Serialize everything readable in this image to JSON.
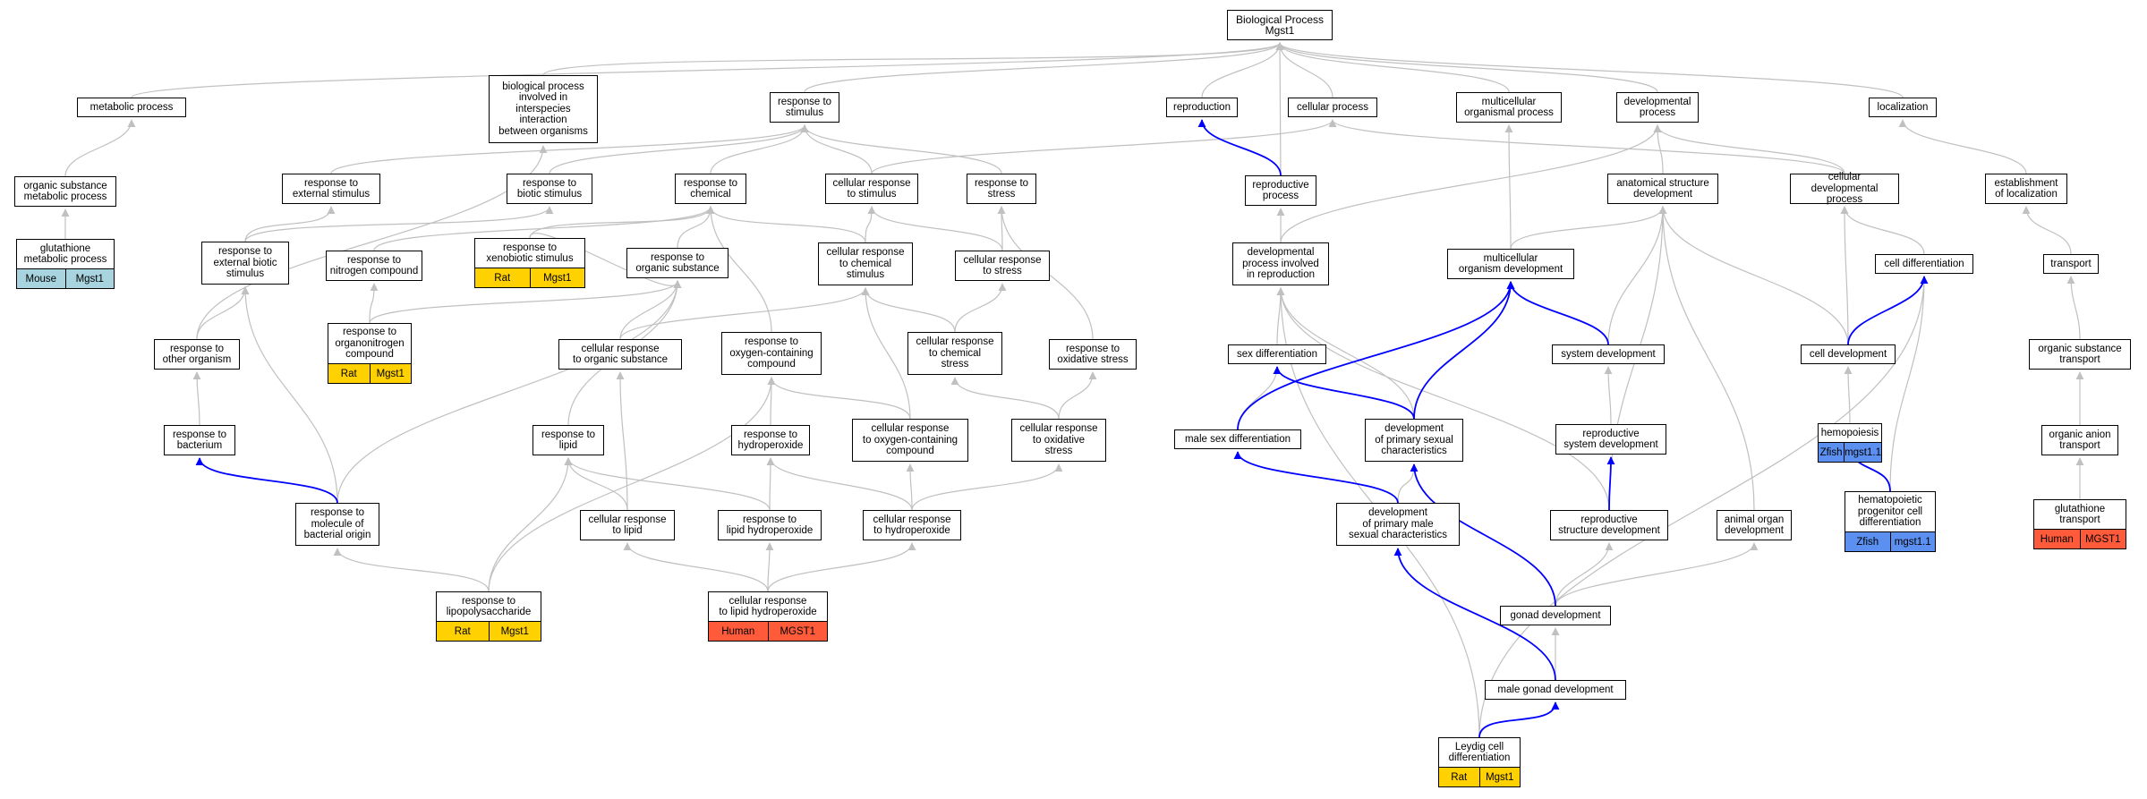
{
  "colors": {
    "edge_gray": "#c0c0c0",
    "edge_blue": "#0000ff",
    "mouse": "#a8d4e0",
    "rat": "#ffd100",
    "human": "#ff5b3b",
    "zfish": "#5b8ff0"
  },
  "nodes": {
    "root": "Biological Process\nMgst1",
    "metabolic": "metabolic process",
    "bpinter": "biological process\ninvolved in\ninterspecies\ninteraction\nbetween organisms",
    "respstim": "response to\nstimulus",
    "reproduction": "reproduction",
    "cellproc": "cellular process",
    "multiproc": "multicellular\norganismal process",
    "devproc": "developmental\nprocess",
    "localization": "localization",
    "orgsubmet": "organic substance\nmetabolic process",
    "respext": "response to\nexternal stimulus",
    "respbiotic": "response to\nbiotic stimulus",
    "respchem": "response to\nchemical",
    "cellrespstim": "cellular response\nto stimulus",
    "respstress": "response to\nstress",
    "reprodproc": "reproductive\nprocess",
    "anatdev": "anatomical structure\ndevelopment",
    "celldevproc": "cellular developmental\nprocess",
    "estloc": "establishment\nof localization",
    "glut": "glutathione\nmetabolic process",
    "respextbiotic": "response to\nexternal biotic\nstimulus",
    "respnitro": "response to\nnitrogen compound",
    "respxeno": "response to\nxenobiotic stimulus",
    "resporgsub": "response to\norganic substance",
    "cellrespchem": "cellular response\nto chemical\nstimulus",
    "cellrespstress": "cellular response\nto stress",
    "devreprod": "developmental\nprocess involved\nin reproduction",
    "multidev": "multicellular\norganism development",
    "celldiff": "cell differentiation",
    "transport": "transport",
    "resporgnitro": "response to\norganonitrogen\ncompound",
    "respother": "response to\nother organism",
    "cellresporgsub": "cellular response\nto organic substance",
    "respoxy": "response to\noxygen-containing\ncompound",
    "cellrespchemstress": "cellular response\nto chemical\nstress",
    "respoxstress": "response to\noxidative stress",
    "sexdiff": "sex differentiation",
    "sysdev": "system development",
    "celldev": "cell development",
    "orgsubtrans": "organic substance\ntransport",
    "respbact": "response to\nbacterium",
    "resplipid": "response to\nlipid",
    "resphydro": "response to\nhydroperoxide",
    "cellrespoxy": "cellular response\nto oxygen-containing\ncompound",
    "cellrespoxstress": "cellular response\nto oxidative\nstress",
    "malesexdiff": "male sex differentiation",
    "devprimsex": "development\nof primary sexual\ncharacteristics",
    "reprodsysdev": "reproductive\nsystem development",
    "hemopoiesis": "hemopoiesis",
    "orgaaniontrans": "organic anion\ntransport",
    "respmolbact": "response to\nmolecule of\nbacterial origin",
    "cellresplipid": "cellular response\nto lipid",
    "resplipidhydro": "response to\nlipid hydroperoxide",
    "cellresphydro": "cellular response\nto hydroperoxide",
    "devprimmale": "development\nof primary male\nsexual characteristics",
    "reprodstructdev": "reproductive\nstructure development",
    "animalorgan": "animal organ\ndevelopment",
    "hemaprog": "hematopoietic\nprogenitor cell\ndifferentiation",
    "gluttrans": "glutathione\ntransport",
    "resplps": "response to\nlipopolysaccharide",
    "cellresplipidhydro": "cellular response\nto lipid hydroperoxide",
    "gonaddev": "gonad development",
    "malegonad": "male gonad development",
    "leydig": "Leydig cell\ndifferentiation"
  },
  "annotations": {
    "glut": [
      "Mouse",
      "Mgst1"
    ],
    "respxeno": [
      "Rat",
      "Mgst1"
    ],
    "resporgnitro": [
      "Rat",
      "Mgst1"
    ],
    "resplps": [
      "Rat",
      "Mgst1"
    ],
    "cellresplipidhydro": [
      "Human",
      "MGST1"
    ],
    "hemopoiesis": [
      "Zfish",
      "mgst1.1"
    ],
    "hemaprog": [
      "Zfish",
      "mgst1.1"
    ],
    "gluttrans": [
      "Human",
      "MGST1"
    ],
    "leydig": [
      "Rat",
      "Mgst1"
    ]
  }
}
